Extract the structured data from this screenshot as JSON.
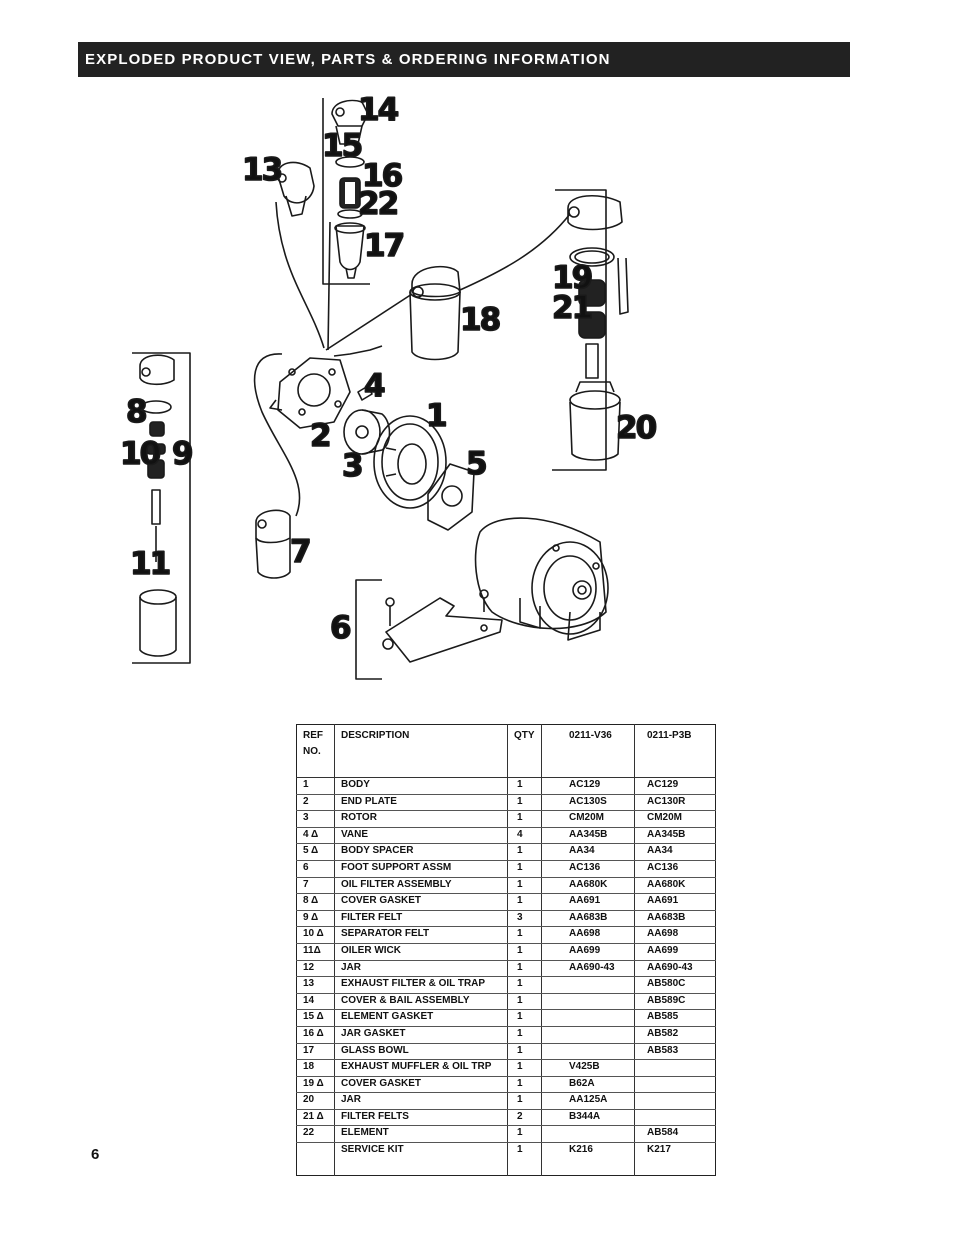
{
  "header": {
    "title": "EXPLODED PRODUCT VIEW, PARTS & ORDERING INFORMATION"
  },
  "diagram": {
    "callouts": [
      "14",
      "15",
      "13",
      "16",
      "22",
      "17",
      "19",
      "21",
      "18",
      "20",
      "4",
      "8",
      "1",
      "10",
      "9",
      "2",
      "3",
      "5",
      "7",
      "11",
      "6"
    ]
  },
  "table": {
    "headers": {
      "ref": "REF\nNO.",
      "description": "DESCRIPTION",
      "qty": "QTY",
      "v36": "0211-V36",
      "p3b": "0211-P3B"
    },
    "rows": [
      {
        "ref": "1",
        "description": "BODY",
        "qty": "1",
        "v36": "AC129",
        "p3b": "AC129"
      },
      {
        "ref": "2",
        "description": "END PLATE",
        "qty": "1",
        "v36": "AC130S",
        "p3b": "AC130R"
      },
      {
        "ref": "3",
        "description": "ROTOR",
        "qty": "1",
        "v36": "CM20M",
        "p3b": "CM20M"
      },
      {
        "ref": "4 Δ",
        "description": "VANE",
        "qty": "4",
        "v36": "AA345B",
        "p3b": "AA345B"
      },
      {
        "ref": "5 Δ",
        "description": "BODY SPACER",
        "qty": "1",
        "v36": "AA34",
        "p3b": "AA34"
      },
      {
        "ref": "6",
        "description": "FOOT SUPPORT ASSM",
        "qty": "1",
        "v36": "AC136",
        "p3b": "AC136"
      },
      {
        "ref": "7",
        "description": "OIL FILTER ASSEMBLY",
        "qty": "1",
        "v36": "AA680K",
        "p3b": "AA680K"
      },
      {
        "ref": "8 Δ",
        "description": "COVER GASKET",
        "qty": "1",
        "v36": "AA691",
        "p3b": "AA691"
      },
      {
        "ref": "9 Δ",
        "description": "FILTER FELT",
        "qty": "3",
        "v36": "AA683B",
        "p3b": "AA683B"
      },
      {
        "ref": "10 Δ",
        "description": "SEPARATOR FELT",
        "qty": "1",
        "v36": "AA698",
        "p3b": "AA698"
      },
      {
        "ref": "11Δ",
        "description": "OILER WICK",
        "qty": "1",
        "v36": "AA699",
        "p3b": "AA699"
      },
      {
        "ref": "12",
        "description": "JAR",
        "qty": "1",
        "v36": "AA690-43",
        "p3b": "AA690-43"
      },
      {
        "ref": "13",
        "description": "EXHAUST FILTER  & OIL TRAP",
        "qty": "1",
        "v36": "",
        "p3b": "AB580C"
      },
      {
        "ref": "14",
        "description": "COVER & BAIL ASSEMBLY",
        "qty": "1",
        "v36": "",
        "p3b": "AB589C"
      },
      {
        "ref": "15 Δ",
        "description": "ELEMENT GASKET",
        "qty": "1",
        "v36": "",
        "p3b": "AB585"
      },
      {
        "ref": "16 Δ",
        "description": "JAR GASKET",
        "qty": "1",
        "v36": "",
        "p3b": "AB582"
      },
      {
        "ref": "17",
        "description": "GLASS BOWL",
        "qty": "1",
        "v36": "",
        "p3b": "AB583"
      },
      {
        "ref": "18",
        "description": "EXHAUST MUFFLER & OIL TRP",
        "qty": "1",
        "v36": "V425B",
        "p3b": ""
      },
      {
        "ref": "19 Δ",
        "description": "COVER GASKET",
        "qty": "1",
        "v36": "B62A",
        "p3b": ""
      },
      {
        "ref": "20",
        "description": "JAR",
        "qty": "1",
        "v36": "AA125A",
        "p3b": ""
      },
      {
        "ref": "21 Δ",
        "description": "FILTER FELTS",
        "qty": "2",
        "v36": "B344A",
        "p3b": ""
      },
      {
        "ref": "22",
        "description": "ELEMENT",
        "qty": "1",
        "v36": "",
        "p3b": "AB584"
      },
      {
        "ref": "",
        "description": "SERVICE KIT",
        "qty": "1",
        "v36": "K216",
        "p3b": "K217"
      }
    ]
  },
  "page_number": "6"
}
